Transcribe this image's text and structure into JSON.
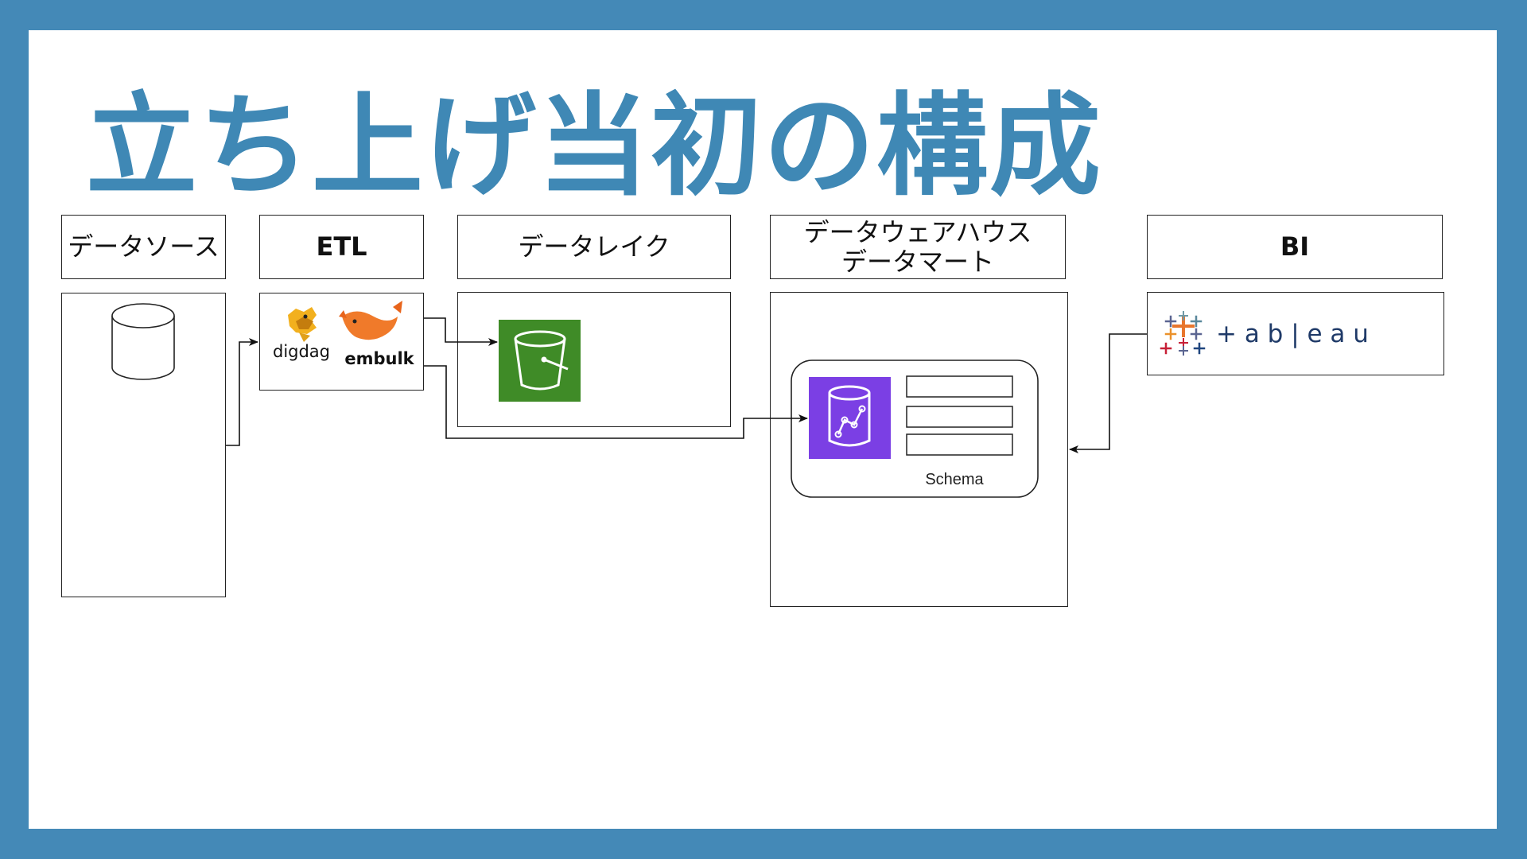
{
  "title": "立ち上げ当初の構成",
  "headers": {
    "datasource": "データソース",
    "etl": "ETL",
    "datalake": "データレイク",
    "dwh_line1": "データウェアハウス",
    "dwh_line2": "データマート",
    "bi": "BI"
  },
  "etl_tools": {
    "digdag": "digdag",
    "embulk": "embulk"
  },
  "schema_label": "Schema",
  "bi_tool": {
    "tableau": "+ a b | e a u"
  },
  "colors": {
    "frame": "#4489b7",
    "title": "#3f88b5",
    "s3_green": "#3f8b27",
    "redshift_purple": "#7b3fe4"
  },
  "icons": [
    "database-cylinder-icon",
    "digdag-logo-icon",
    "embulk-logo-icon",
    "s3-bucket-icon",
    "redshift-icon",
    "tableau-logo-icon"
  ]
}
